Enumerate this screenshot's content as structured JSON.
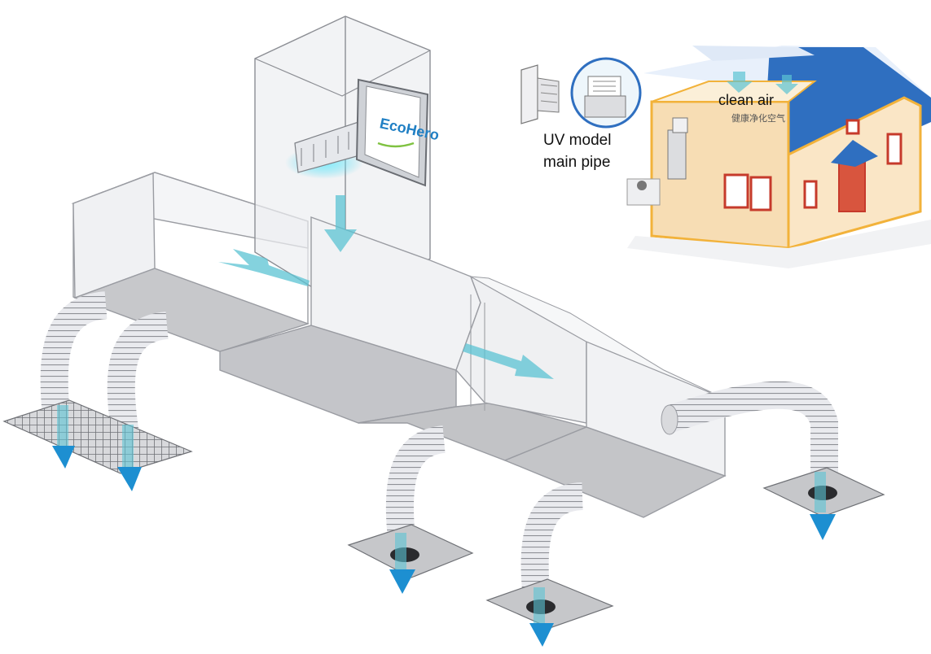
{
  "brand": {
    "logo_text": "EcoHero",
    "logo_color": "#1f7fc4"
  },
  "labels": {
    "uv_model": "UV model",
    "main_pipe": "main pipe",
    "clean_air": "clean air",
    "clean_air_cn": "健康净化空气"
  },
  "colors": {
    "duct_face": "#f1f2f4",
    "duct_side": "#e3e4e8",
    "duct_bottom": "#c9cacd",
    "duct_edge": "#9a9ca2",
    "airflow_arrow": "#5bc3d3",
    "outlet_arrow": "#1d8fd1",
    "roof": "#2f6fc0",
    "wall": "#f7ddb4",
    "wall_edge": "#f2b23a",
    "window": "#c63a2b",
    "uv_glow": "#4fd7f0"
  }
}
